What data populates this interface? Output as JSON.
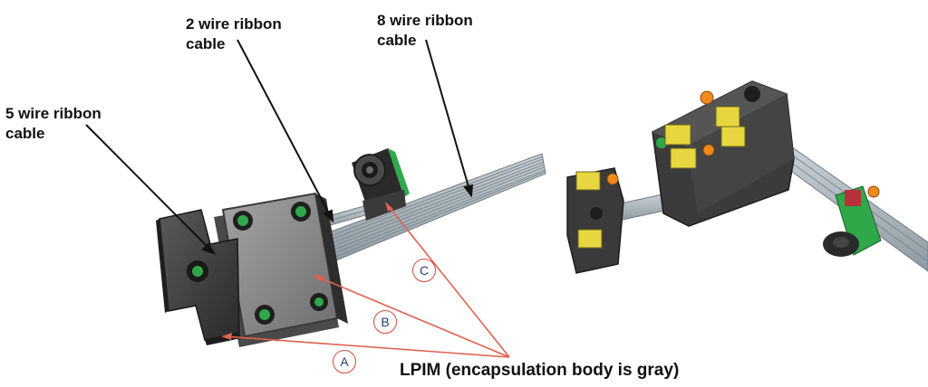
{
  "labels": {
    "five_wire": {
      "line1": "5 wire ribbon",
      "line2": "cable"
    },
    "two_wire": {
      "line1": "2 wire ribbon",
      "line2": "cable"
    },
    "eight_wire": {
      "line1": "8 wire ribbon",
      "line2": "cable"
    },
    "lpim": "LPIM (encapsulation body is gray)"
  },
  "markers": {
    "a": "A",
    "b": "B",
    "c": "C"
  },
  "colors": {
    "encapsulation_gray": "#8c8c8c",
    "dark_body": "#3a3a3a",
    "pcb_green": "#2fa84a",
    "connector_yellow": "#e8d640",
    "led_orange": "#f08a1e",
    "ribbon_cable": "#b8c4cc",
    "pointer_red": "#e0604e"
  }
}
